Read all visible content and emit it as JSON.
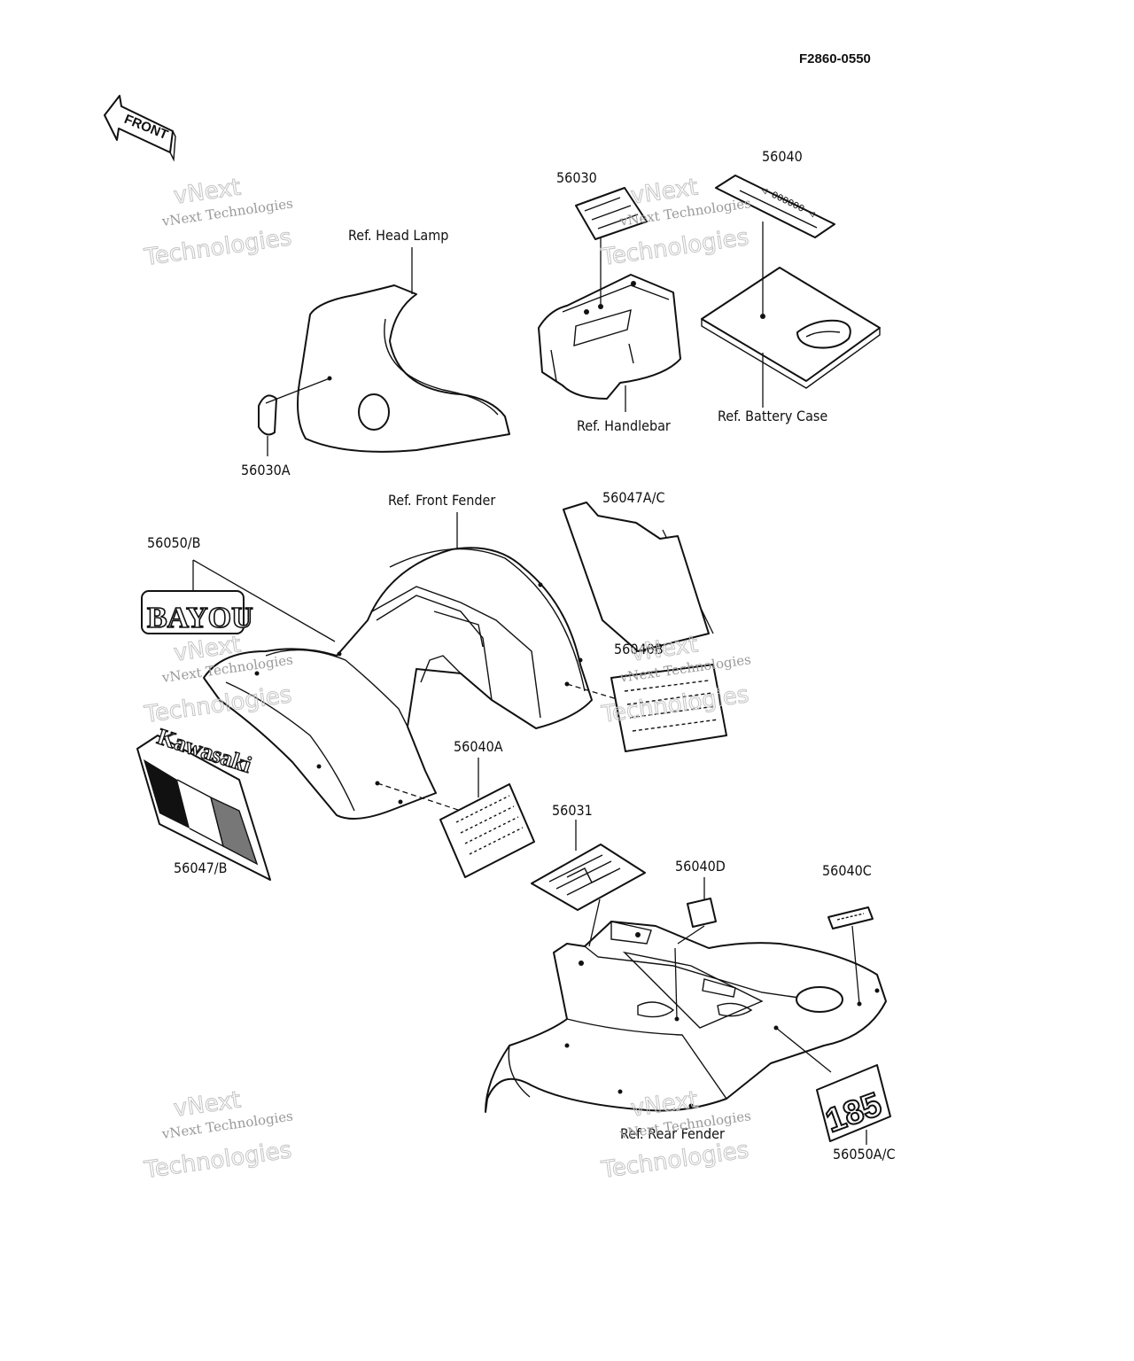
{
  "diagram_code": "F2860-0550",
  "front_arrow": "FRONT",
  "references": {
    "head_lamp": "Ref. Head Lamp",
    "handlebar": "Ref. Handlebar",
    "battery_case": "Ref. Battery Case",
    "front_fender": "Ref. Front Fender",
    "rear_fender": "Ref. Rear Fender"
  },
  "parts": {
    "p56030": "56030",
    "p56040": "56040",
    "p56030A": "56030A",
    "p56047AC": "56047A/C",
    "p56050B": "56050/B",
    "p56040B": "56040B",
    "p56040A": "56040A",
    "p56047B": "56047/B",
    "p56031": "56031",
    "p56040D": "56040D",
    "p56040C": "56040C",
    "p56050AC": "56050A/C"
  },
  "decal_text": {
    "bayou": "BAYOU",
    "kawasaki": "Kawasaki",
    "model": "185"
  },
  "watermark": {
    "line1": "vNext Technologies",
    "line2": "vNext",
    "line3": "Technologies"
  }
}
